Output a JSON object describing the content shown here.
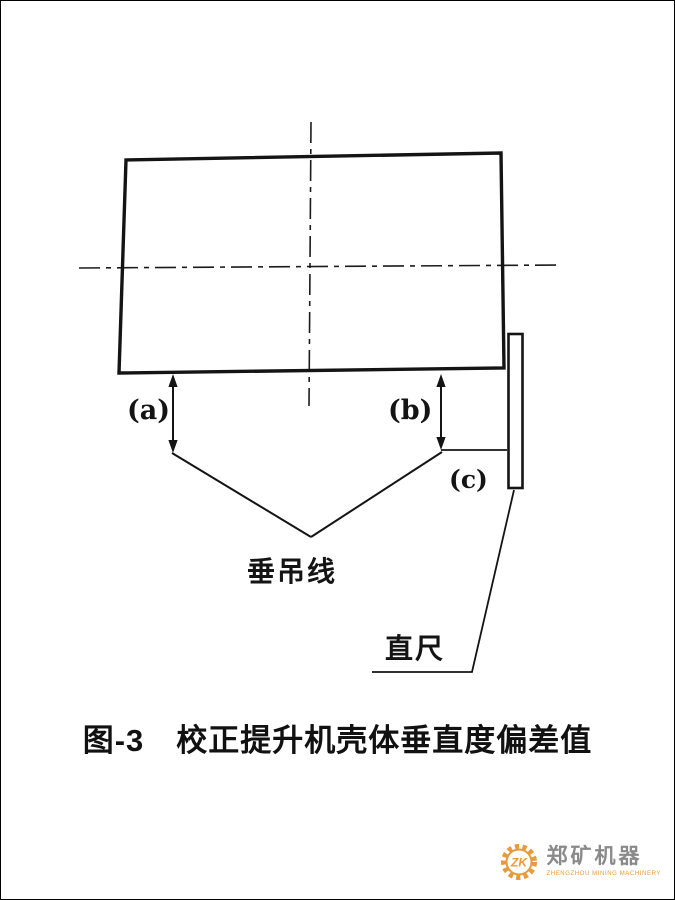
{
  "figure": {
    "caption": "图-3　校正提升机壳体垂直度偏差值",
    "labels": {
      "a": "(a)",
      "b": "(b)",
      "c": "(c)",
      "plumb_line": "垂吊线",
      "ruler": "直尺"
    }
  },
  "logo": {
    "monogram": "ZK",
    "company": "郑矿机器",
    "subtitle": "ZHENGZHOU MINING MACHINERY",
    "accent_color": "#E89B3C",
    "text_color": "#8A8A8A"
  },
  "diagram": {
    "line_color": "#1C1C1C",
    "background": "#FFFFFF"
  }
}
